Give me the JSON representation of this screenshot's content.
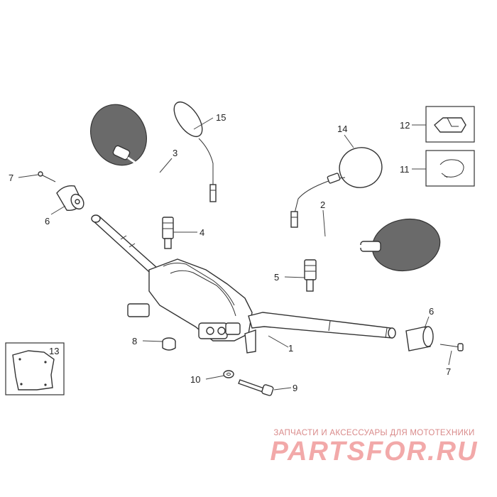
{
  "diagram": {
    "callouts": {
      "c1": "1",
      "c2": "2",
      "c3": "3",
      "c4": "4",
      "c5": "5",
      "c6a": "6",
      "c6b": "6",
      "c7a": "7",
      "c7b": "7",
      "c8": "8",
      "c9": "9",
      "c10": "10",
      "c11": "11",
      "c12": "12",
      "c13": "13",
      "c14": "14",
      "c15": "15"
    }
  },
  "watermark": {
    "caption": "ЗАПЧАСТИ И АКСЕССУАРЫ ДЛЯ МОТОТЕХНИКИ",
    "logo": "PARTSFOR.RU"
  }
}
